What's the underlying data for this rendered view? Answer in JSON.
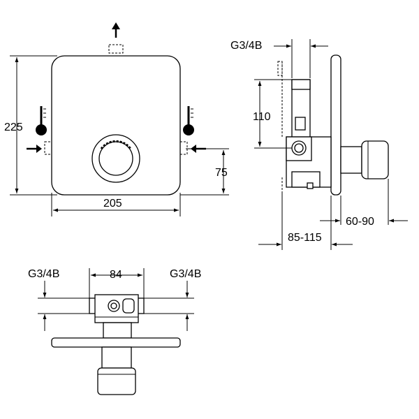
{
  "front_view": {
    "width_label": "205",
    "height_label": "225",
    "offset_label": "75",
    "icons": [
      "outlet-arrow-up-icon",
      "hot-water-inlet-icon",
      "cold-water-inlet-icon",
      "thermometer-hot-icon",
      "thermometer-cold-icon"
    ]
  },
  "side_view": {
    "thread_label": "G3/4B",
    "height_label": "110",
    "install_depth_label": "85-115",
    "wall_range_label": "60-90"
  },
  "bottom_view": {
    "thread_left_label": "G3/4B",
    "thread_right_label": "G3/4B",
    "spacing_label": "84"
  },
  "colors": {
    "line": "#000000",
    "background": "#ffffff"
  }
}
